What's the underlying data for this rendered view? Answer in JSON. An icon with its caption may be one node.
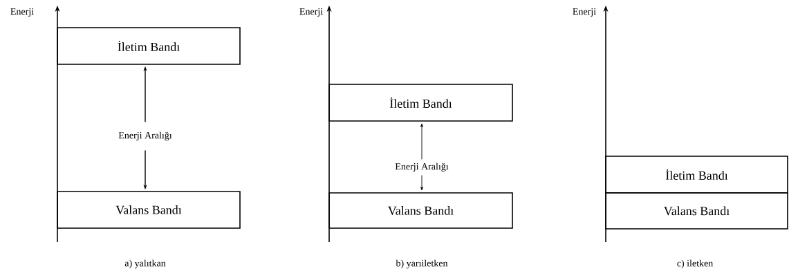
{
  "diagram": {
    "nodes": [
      {
        "text": [
          "İletim Bandı"
        ]
      },
      {
        "text": [
          "Enerji Aralığı"
        ]
      },
      {
        "text": [
          "Valans Bandı"
        ]
      },
      {
        "text": [
          "İletim Bandı"
        ]
      },
      {
        "text": [
          "Enerji Aralığı"
        ]
      },
      {
        "text": [
          "Valans Bandı"
        ]
      },
      {
        "text": [
          "İletim Bandı"
        ]
      },
      {
        "text": [
          "Valans Bandı"
        ]
      }
    ],
    "edges": [
      {
        "from": 1,
        "to": 0,
        "arrow": "to"
      },
      {
        "from": 1,
        "to": 2,
        "arrow": "to"
      },
      {
        "from": 4,
        "to": 3,
        "arrow": "to"
      },
      {
        "from": 4,
        "to": 5,
        "arrow": "to"
      }
    ],
    "labels": [
      "Enerji",
      "Enerji",
      "Enerji",
      "a) yalıtkan",
      "b) yarıiletken",
      "c) iletken"
    ]
  }
}
